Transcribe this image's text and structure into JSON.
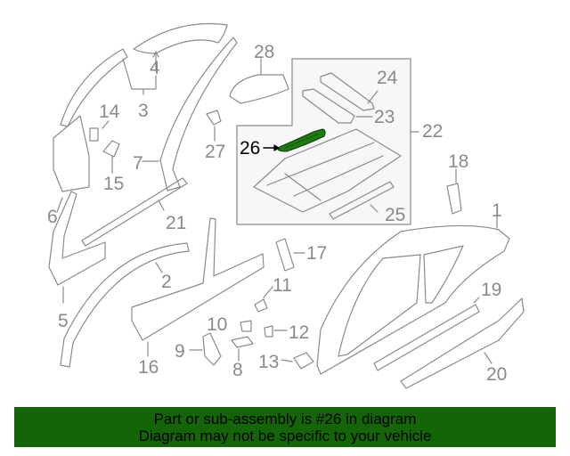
{
  "diagram": {
    "highlighted_part": "26",
    "highlight_color": "#1f7a12",
    "line_color": "#8a8a8a",
    "subassembly_box": {
      "label": "22",
      "contains": [
        "23",
        "24",
        "25",
        "26"
      ]
    },
    "callouts": [
      {
        "id": "1",
        "label": "1"
      },
      {
        "id": "2",
        "label": "2"
      },
      {
        "id": "3",
        "label": "3"
      },
      {
        "id": "4",
        "label": "4"
      },
      {
        "id": "5",
        "label": "5"
      },
      {
        "id": "6",
        "label": "6"
      },
      {
        "id": "7",
        "label": "7"
      },
      {
        "id": "8",
        "label": "8"
      },
      {
        "id": "9",
        "label": "9"
      },
      {
        "id": "10",
        "label": "10"
      },
      {
        "id": "11",
        "label": "11"
      },
      {
        "id": "12",
        "label": "12"
      },
      {
        "id": "13",
        "label": "13"
      },
      {
        "id": "14",
        "label": "14"
      },
      {
        "id": "15",
        "label": "15"
      },
      {
        "id": "16",
        "label": "16"
      },
      {
        "id": "17",
        "label": "17"
      },
      {
        "id": "18",
        "label": "18"
      },
      {
        "id": "19",
        "label": "19"
      },
      {
        "id": "20",
        "label": "20"
      },
      {
        "id": "21",
        "label": "21"
      },
      {
        "id": "22",
        "label": "22"
      },
      {
        "id": "23",
        "label": "23"
      },
      {
        "id": "24",
        "label": "24"
      },
      {
        "id": "25",
        "label": "25"
      },
      {
        "id": "26",
        "label": "26"
      },
      {
        "id": "27",
        "label": "27"
      },
      {
        "id": "28",
        "label": "28"
      }
    ]
  },
  "banner": {
    "line1": "Part or sub-assembly is #26 in diagram",
    "line2": "Diagram may not be specific to your vehicle",
    "background": "#146408"
  }
}
